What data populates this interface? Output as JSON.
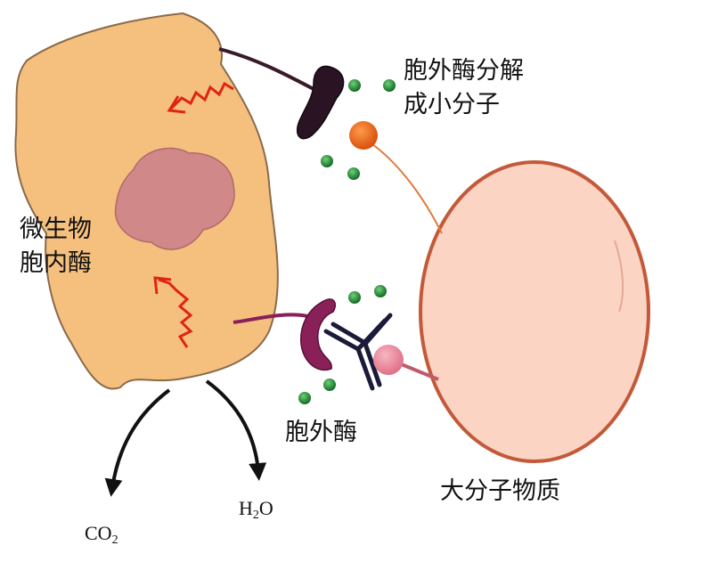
{
  "labels": {
    "top_enzyme": [
      "胞外酶分解",
      "成小分子"
    ],
    "intracellular": [
      "微生物",
      "胞内酶"
    ],
    "extracellular": "胞外酶",
    "macromolecule": "大分子物质"
  },
  "products": {
    "co2": {
      "main": "CO",
      "sub": "2"
    },
    "h2o": {
      "h": "H",
      "sub": "2",
      "o": "O"
    }
  },
  "colors": {
    "cell": "#f5c07e",
    "cell_outline": "#8a6a4a",
    "nucleus": "#d08888",
    "macromolecule": "#fbd4c4",
    "macromolecule_outline": "#c25a3a",
    "red_arrow": "#e02414",
    "enzyme_dark": "#2a1424",
    "enzyme_magenta": "#8a2058",
    "antibody": "#1a1a3a",
    "orange_ball": "#e8641c",
    "pink_ball": "#ec8ca0",
    "molecule_green": "#1a7a2a"
  }
}
